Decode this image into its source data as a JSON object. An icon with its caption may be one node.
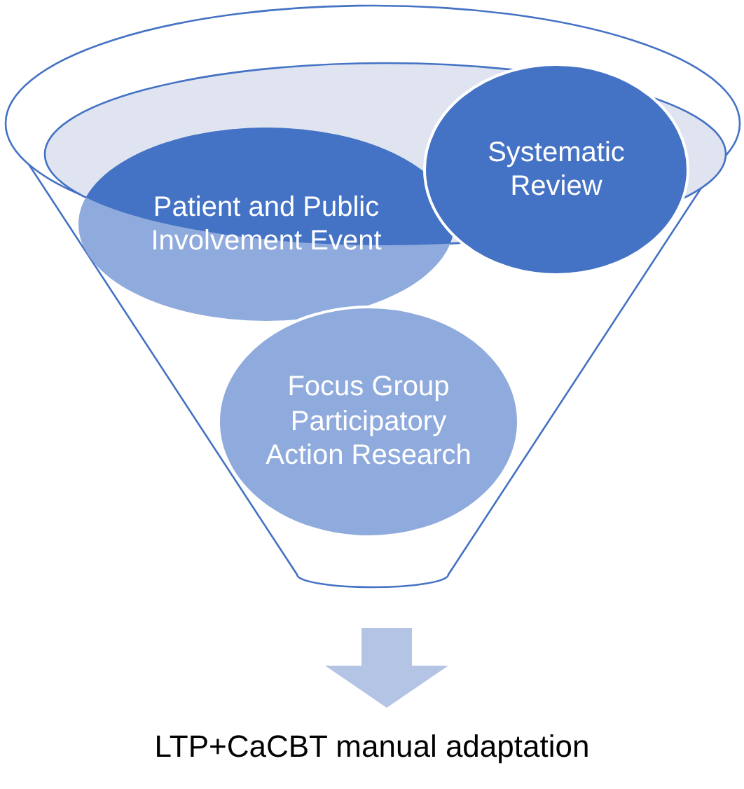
{
  "diagram": {
    "nodes": [
      {
        "text": [],
        "shape": "funnel"
      },
      {
        "text": [
          "Patient and Public Involvement Event"
        ],
        "in": 0
      },
      {
        "text": [
          "Systematic Review"
        ]
      },
      {
        "text": [
          "Focus Group Participatory Action Research"
        ],
        "in": 0
      },
      {
        "text": [
          "LTP+CaCBT manual adaptation"
        ]
      }
    ],
    "edges": [
      {
        "from": 0,
        "to": 4,
        "arrow": "to",
        "style": "thick"
      }
    ]
  }
}
